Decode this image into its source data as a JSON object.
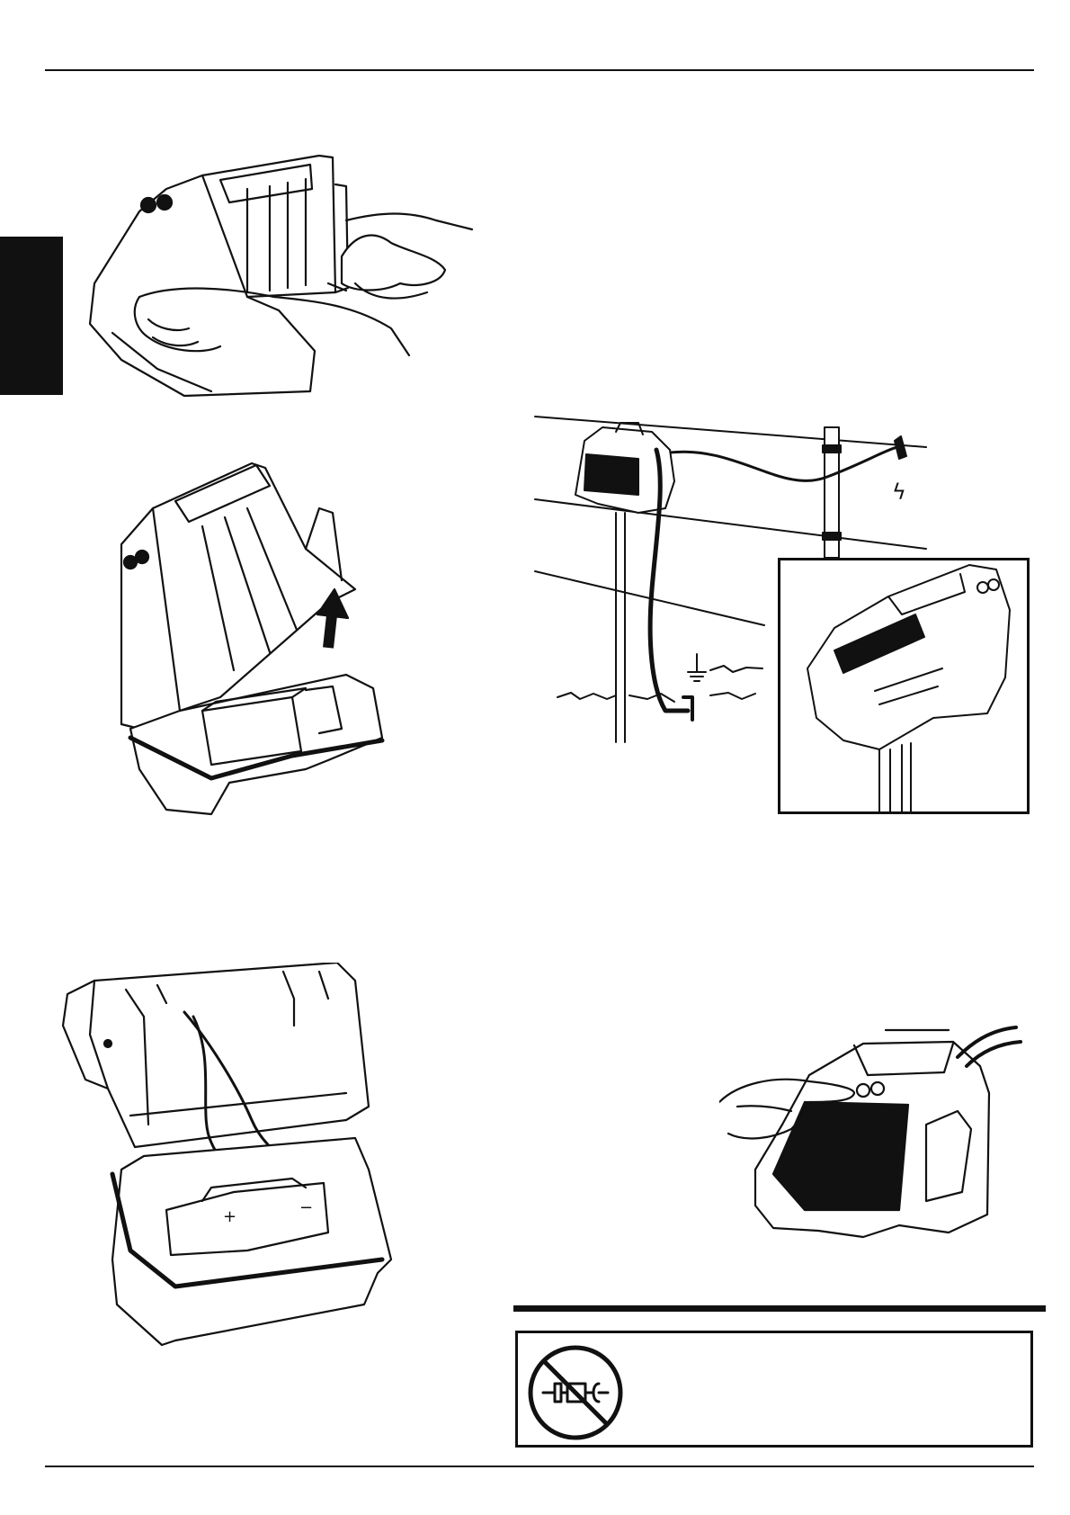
{
  "page": {
    "header_rule": true,
    "footer_rule": true,
    "language_tab_color": "#111111"
  },
  "figures": [
    {
      "id": "fig-1",
      "icon": "hands-holding-energizer-housing"
    },
    {
      "id": "fig-2",
      "icon": "lid-opening-with-up-arrow"
    },
    {
      "id": "fig-3",
      "icon": "fence-installation-with-ground-rod"
    },
    {
      "id": "fig-3-inset",
      "icon": "energizer-mounted-on-post-detail"
    },
    {
      "id": "fig-4",
      "icon": "battery-connection-in-open-housing"
    },
    {
      "id": "fig-5",
      "icon": "finger-pressing-power-button"
    }
  ],
  "symbols": {
    "lightning": "ϟ",
    "battery_plus": "+",
    "battery_minus": "−"
  },
  "warning": {
    "icon": "no-mains-adapter-icon",
    "text": ""
  }
}
